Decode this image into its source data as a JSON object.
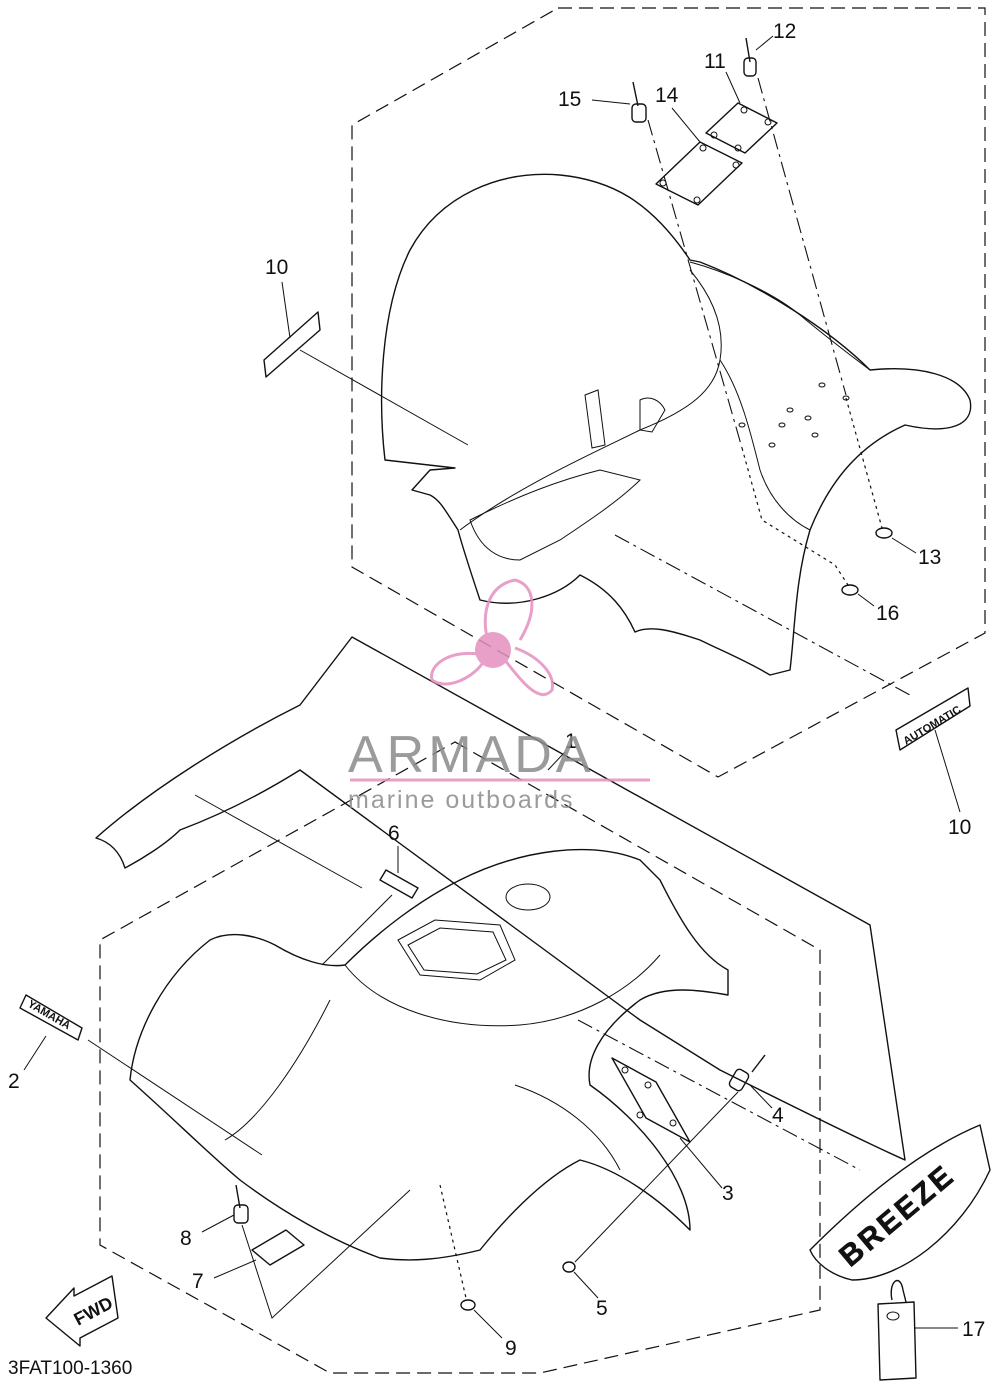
{
  "diagram": {
    "drawing_code": "3FAT100-1360",
    "callouts": [
      {
        "id": "1",
        "label": "1"
      },
      {
        "id": "2",
        "label": "2"
      },
      {
        "id": "3",
        "label": "3"
      },
      {
        "id": "4",
        "label": "4"
      },
      {
        "id": "5",
        "label": "5"
      },
      {
        "id": "6",
        "label": "6"
      },
      {
        "id": "7",
        "label": "7"
      },
      {
        "id": "8",
        "label": "8"
      },
      {
        "id": "9",
        "label": "9"
      },
      {
        "id": "10a",
        "label": "10"
      },
      {
        "id": "10b",
        "label": "10"
      },
      {
        "id": "11",
        "label": "11"
      },
      {
        "id": "12",
        "label": "12"
      },
      {
        "id": "13",
        "label": "13"
      },
      {
        "id": "14",
        "label": "14"
      },
      {
        "id": "15",
        "label": "15"
      },
      {
        "id": "16",
        "label": "16"
      },
      {
        "id": "17",
        "label": "17"
      }
    ],
    "decals": {
      "yamaha": "YAMAHA",
      "automatic": "AUTOMATIC",
      "breeze": "BREEZE",
      "fwd": "FWD"
    }
  },
  "watermark": {
    "title": "ARMADA",
    "subtitle": "marine outboards",
    "color": "#e58fbf"
  }
}
